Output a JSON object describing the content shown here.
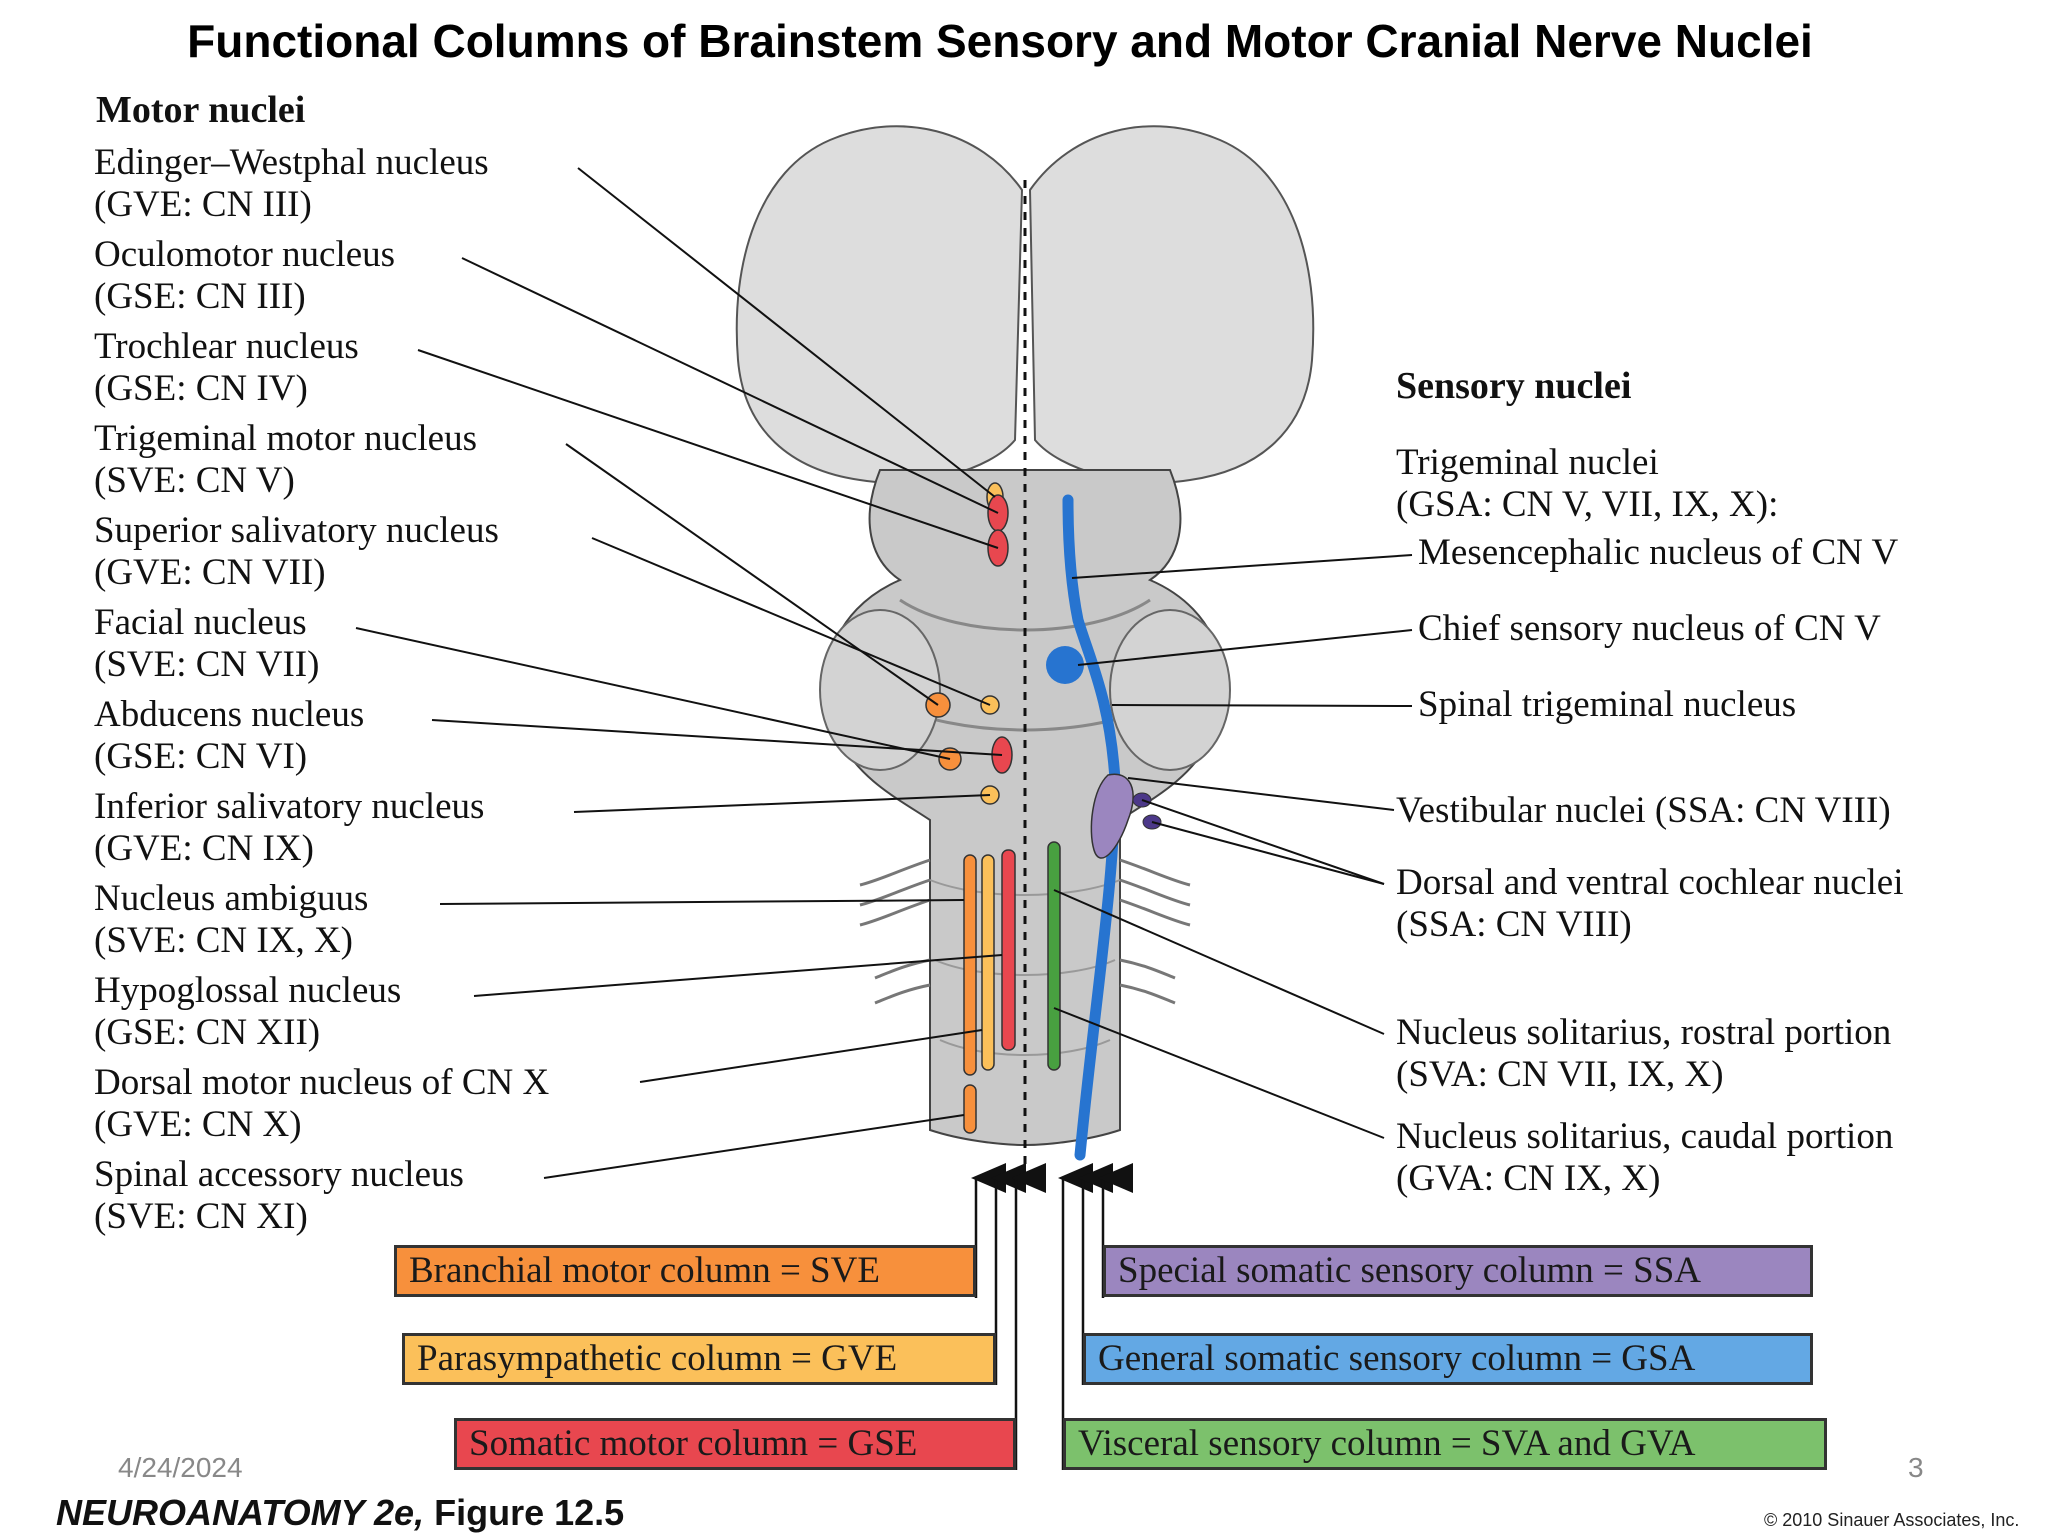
{
  "title": "Functional Columns of Brainstem Sensory and Motor Cranial Nerve Nuclei",
  "motor": {
    "heading": "Motor nuclei",
    "items": [
      {
        "name": "Edinger–Westphal nucleus",
        "code": "(GVE: CN III)"
      },
      {
        "name": "Oculomotor nucleus",
        "code": "(GSE: CN III)"
      },
      {
        "name": "Trochlear nucleus",
        "code": "(GSE: CN IV)"
      },
      {
        "name": "Trigeminal motor nucleus",
        "code": "(SVE: CN V)"
      },
      {
        "name": "Superior salivatory nucleus",
        "code": "(GVE: CN VII)"
      },
      {
        "name": "Facial nucleus",
        "code": "(SVE: CN VII)"
      },
      {
        "name": "Abducens nucleus",
        "code": "(GSE: CN VI)"
      },
      {
        "name": "Inferior salivatory nucleus",
        "code": "(GVE: CN IX)"
      },
      {
        "name": "Nucleus ambiguus",
        "code": "(SVE: CN IX, X)"
      },
      {
        "name": "Hypoglossal nucleus",
        "code": "(GSE: CN XII)"
      },
      {
        "name": "Dorsal motor nucleus of CN X",
        "code": "(GVE: CN X)"
      },
      {
        "name": "Spinal accessory nucleus",
        "code": "(SVE: CN XI)"
      }
    ]
  },
  "sensory": {
    "heading": "Sensory nuclei",
    "trigeminal": {
      "name": "Trigeminal nuclei",
      "code": "(GSA: CN V, VII, IX, X):"
    },
    "mesencephalic": "Mesencephalic nucleus of CN V",
    "chief": "Chief sensory nucleus of CN V",
    "spinal": "Spinal trigeminal nucleus",
    "vestibular": "Vestibular nuclei (SSA: CN VIII)",
    "cochlear": {
      "name": "Dorsal and ventral cochlear nuclei",
      "code": "(SSA: CN VIII)"
    },
    "solitarius_rostral": {
      "name": "Nucleus solitarius, rostral portion",
      "code": "(SVA: CN VII, IX, X)"
    },
    "solitarius_caudal": {
      "name": "Nucleus solitarius, caudal portion",
      "code": "(GVA: CN IX, X)"
    }
  },
  "legend": {
    "branchial": {
      "label": "Branchial motor column = SVE",
      "color": "#f7903c"
    },
    "parasympathetic": {
      "label": "Parasympathetic column = GVE",
      "color": "#fbc05a"
    },
    "somatic_motor": {
      "label": "Somatic motor column = GSE",
      "color": "#e8474f"
    },
    "special_somatic": {
      "label": "Special somatic sensory column = SSA",
      "color": "#9b86bf"
    },
    "general_somatic": {
      "label": "General somatic sensory column = GSA",
      "color": "#63a8e4"
    },
    "visceral": {
      "label": "Visceral sensory column = SVA and GVA",
      "color": "#7cc16c"
    }
  },
  "footer": {
    "date": "4/24/2024",
    "page": "3",
    "book": "NEUROANATOMY 2e,",
    "figure": "Figure 12.5",
    "copyright": "© 2010 Sinauer Associates, Inc."
  }
}
